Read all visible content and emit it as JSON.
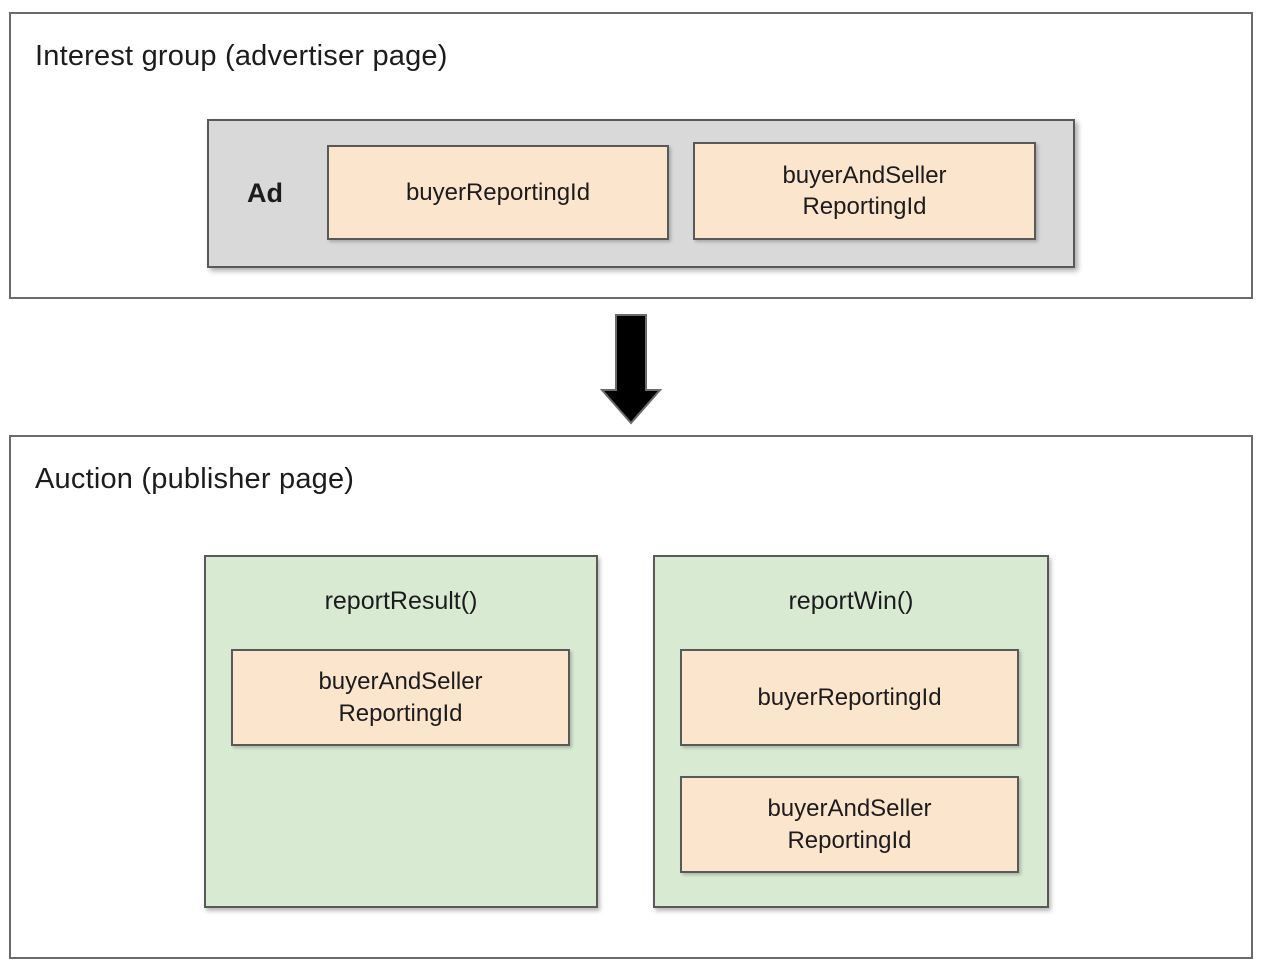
{
  "interest_group": {
    "title": "Interest group (advertiser page)",
    "ad": {
      "label": "Ad",
      "fields": [
        {
          "label": "buyerReportingId"
        },
        {
          "label": "buyerAndSeller\nReportingId"
        }
      ]
    }
  },
  "auction": {
    "title": "Auction (publisher page)",
    "functions": [
      {
        "name": "reportResult()",
        "fields": [
          {
            "label": "buyerAndSeller\nReportingId"
          }
        ]
      },
      {
        "name": "reportWin()",
        "fields": [
          {
            "label": "buyerReportingId"
          },
          {
            "label": "buyerAndSeller\nReportingId"
          }
        ]
      }
    ]
  },
  "icons": {
    "flow_arrow": "down-arrow-icon"
  },
  "colors": {
    "field_fill": "#fce5cd",
    "function_fill": "#d9ead3",
    "ad_fill": "#d9d9d9",
    "inner_border": "#595959",
    "panel_border": "#6b6b6b",
    "arrow_fill": "#000000",
    "arrow_stroke": "#6b6b6b",
    "text": "#1c1c1e"
  }
}
